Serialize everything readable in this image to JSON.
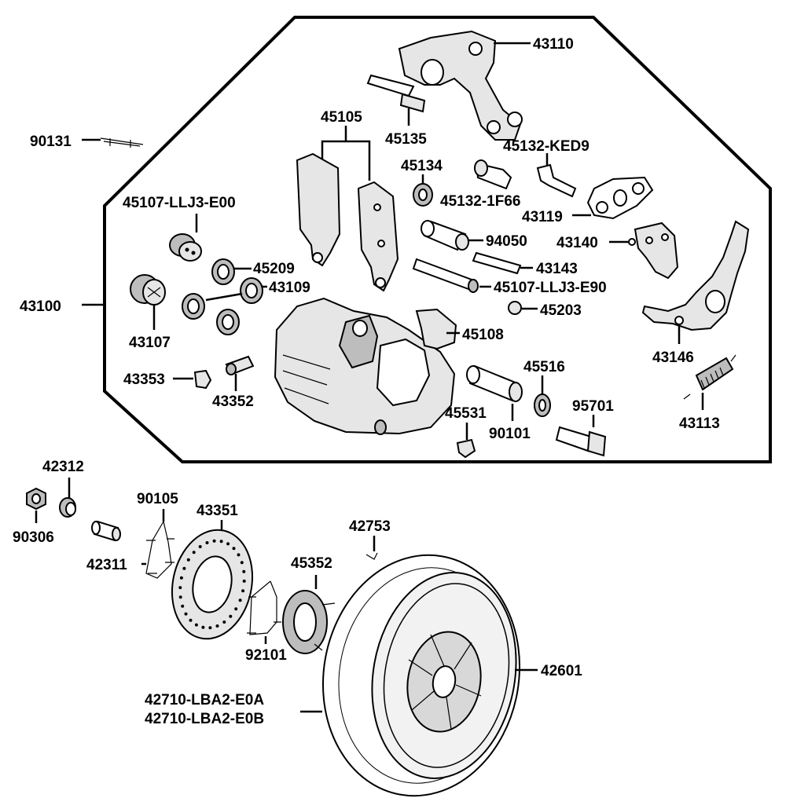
{
  "labels": {
    "p43110": "43110",
    "p45105": "45105",
    "p45135": "45135",
    "p90131": "90131",
    "p45132_ked9": "45132-KED9",
    "p45134": "45134",
    "p45132_1f66": "45132-1F66",
    "p43119": "43119",
    "p45107_llj3_e00": "45107-LLJ3-E00",
    "p94050": "94050",
    "p43140": "43140",
    "p45209": "45209",
    "p43143": "43143",
    "p43109": "43109",
    "p45107_llj3_e90": "45107-LLJ3-E90",
    "p43100": "43100",
    "p45203": "45203",
    "p43107": "43107",
    "p45108": "45108",
    "p43146": "43146",
    "p45516": "45516",
    "p43353": "43353",
    "p43352": "43352",
    "p95701": "95701",
    "p45531": "45531",
    "p43113": "43113",
    "p90101": "90101",
    "p42312": "42312",
    "p90105": "90105",
    "p43351": "43351",
    "p42753": "42753",
    "p90306": "90306",
    "p42311": "42311",
    "p45352": "45352",
    "p92101": "92101",
    "p42601": "42601",
    "p42710_lba2_e0a": "42710-LBA2-E0A",
    "p42710_lba2_e0b": "42710-LBA2-E0B"
  }
}
